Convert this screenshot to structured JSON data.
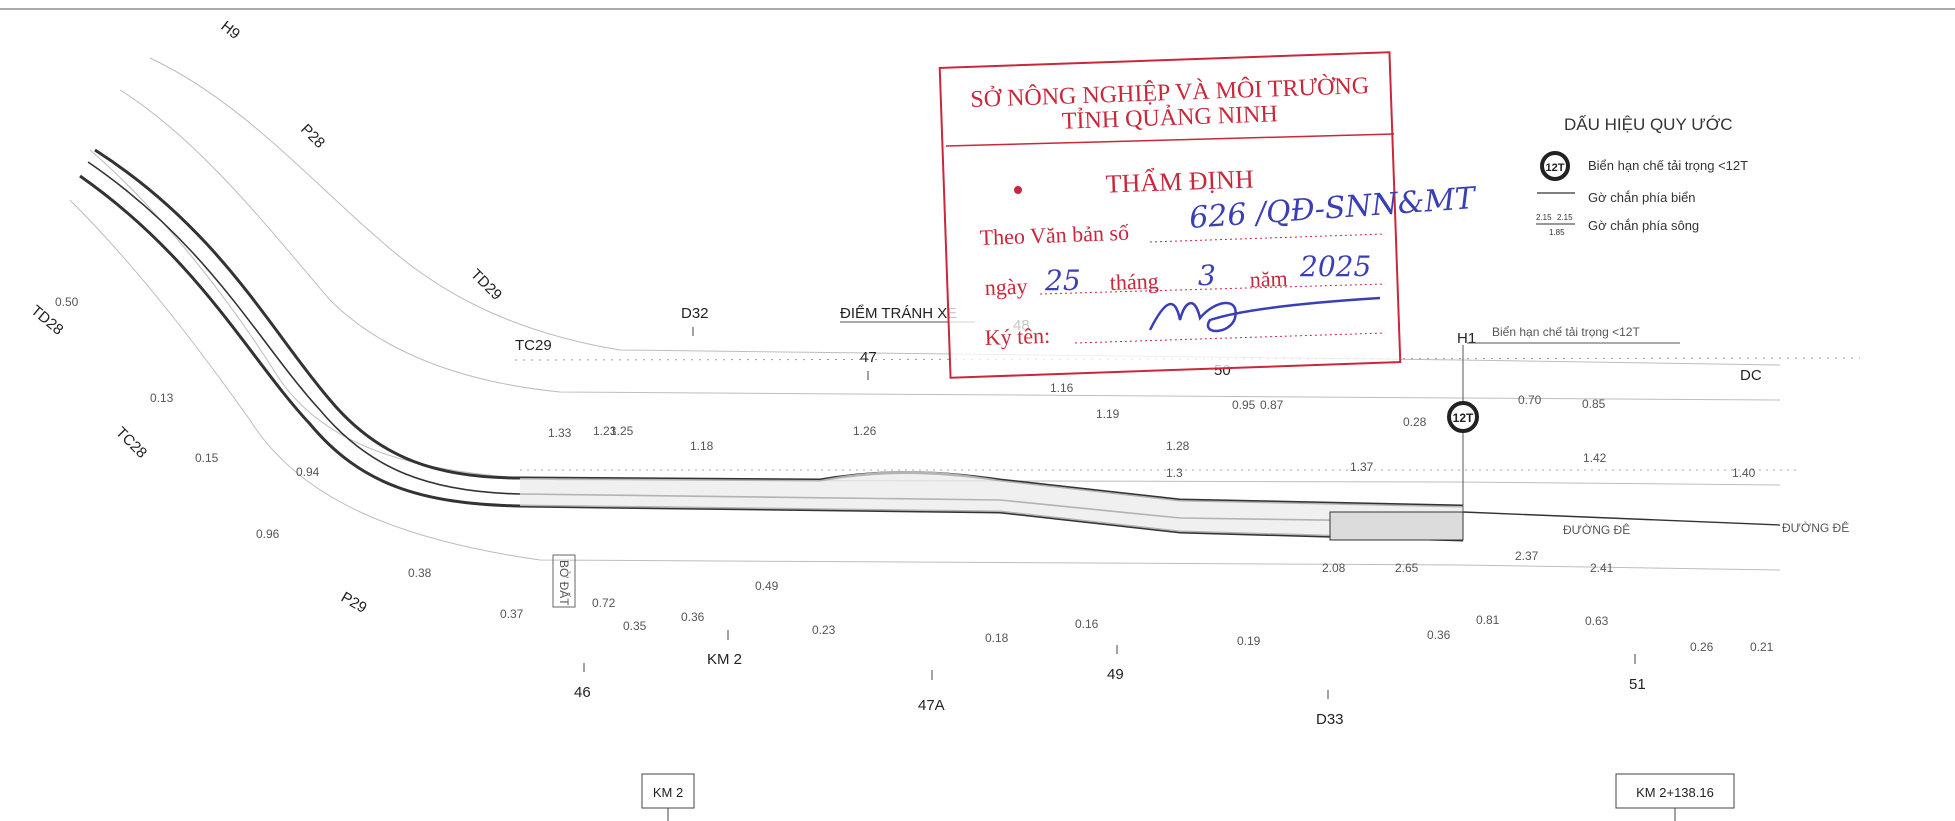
{
  "stamp": {
    "line1": "SỞ NÔNG NGHIỆP VÀ MÔI TRƯỜNG",
    "line2": "TỈNH QUẢNG NINH",
    "heading": "THẨM ĐỊNH",
    "doc_label": "Theo Văn bản số",
    "doc_number": "626 /QĐ-SNN&MT",
    "date_label_day": "ngày",
    "date_day": "25",
    "date_label_month": "tháng",
    "date_month": "3",
    "date_label_year": "năm",
    "date_year": "2025",
    "signer_label": "Ký tên:",
    "color": "#c8283a",
    "ink_color": "#3a3fb5"
  },
  "legend": {
    "title": "DẤU HIỆU QUY ƯỚC",
    "sign_symbol": "12T",
    "items": [
      "Biển hạn chế tải trọng <12T",
      "Gờ chắn phía biển",
      "Gờ chắn phía sông"
    ],
    "sample_values": [
      "2.15",
      "2.15",
      "1.85"
    ]
  },
  "road": {
    "labels": {
      "point_name": "ĐIỂM TRÁNH XE",
      "sign_note": "Biển hạn chế tải trọng <12T",
      "dike_road": "ĐƯỜNG ĐÊ",
      "borrow_pit": "BỜ ĐẤT",
      "sign_symbol": "12T"
    },
    "stations": [
      "H9",
      "P28",
      "TD29",
      "TD28",
      "TC28",
      "TC29",
      "P29",
      "D32",
      "47",
      "48",
      "50",
      "H1",
      "DC",
      "46",
      "KM 2",
      "47A",
      "49",
      "D33",
      "51"
    ],
    "chainage": [
      "KM 2",
      "KM 2+138.16"
    ],
    "elevations": [
      "1.23",
      "1.25",
      "1.33",
      "1.26",
      "1.18",
      "1.16",
      "1.19",
      "1.28",
      "1.3",
      "1.37",
      "1.42",
      "1.40",
      "0.95",
      "0.87",
      "0.28",
      "0.70",
      "0.85",
      "0.36",
      "0.19",
      "0.16",
      "0.23",
      "0.18",
      "0.35",
      "0.36",
      "0.72",
      "0.37",
      "0.49",
      "0.81",
      "0.63",
      "2.41",
      "2.08",
      "2.65",
      "2.37",
      "0.21",
      "0.26",
      "0.13",
      "0.15",
      "0.50",
      "0.38",
      "0.94",
      "0.96"
    ]
  }
}
